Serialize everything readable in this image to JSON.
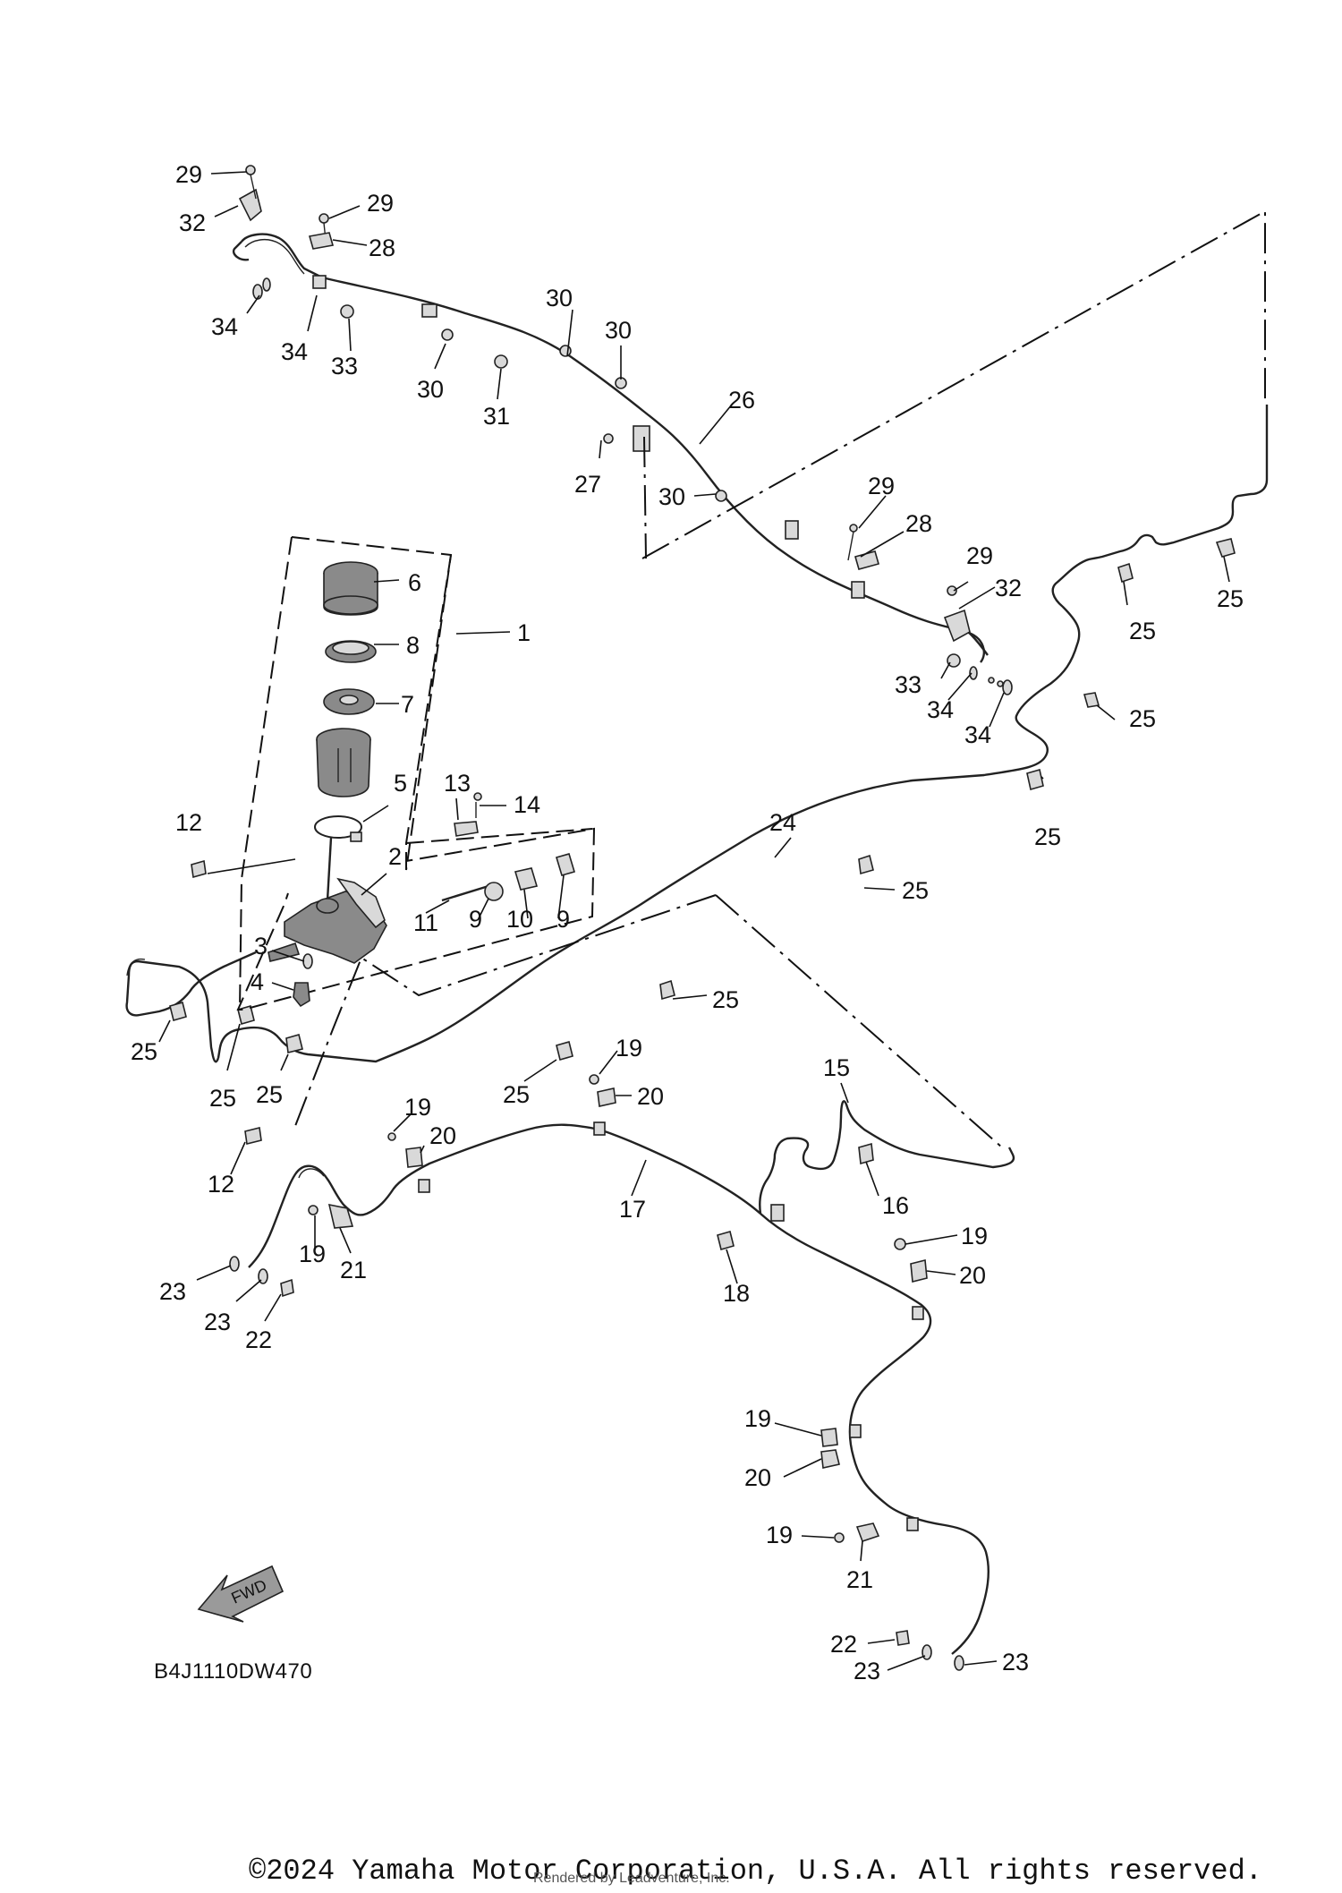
{
  "diagram": {
    "code": "B4J1110DW470",
    "fwd_label": "FWD",
    "copyright": "©2024 Yamaha Motor Corporation, U.S.A. All rights reserved.",
    "rendered_by": "Rendered by Leadventure, Inc."
  },
  "callouts": [
    {
      "id": "c29a",
      "label": "29"
    },
    {
      "id": "c32a",
      "label": "32"
    },
    {
      "id": "c29b",
      "label": "29"
    },
    {
      "id": "c28a",
      "label": "28"
    },
    {
      "id": "c34a",
      "label": "34"
    },
    {
      "id": "c34b",
      "label": "34"
    },
    {
      "id": "c33a",
      "label": "33"
    },
    {
      "id": "c30a",
      "label": "30"
    },
    {
      "id": "c31",
      "label": "31"
    },
    {
      "id": "c30b",
      "label": "30"
    },
    {
      "id": "c30c",
      "label": "30"
    },
    {
      "id": "c26",
      "label": "26"
    },
    {
      "id": "c27",
      "label": "27"
    },
    {
      "id": "c30d",
      "label": "30"
    },
    {
      "id": "c29c",
      "label": "29"
    },
    {
      "id": "c28b",
      "label": "28"
    },
    {
      "id": "c29d",
      "label": "29"
    },
    {
      "id": "c32b",
      "label": "32"
    },
    {
      "id": "c33b",
      "label": "33"
    },
    {
      "id": "c34c",
      "label": "34"
    },
    {
      "id": "c34d",
      "label": "34"
    },
    {
      "id": "c25a",
      "label": "25"
    },
    {
      "id": "c25b",
      "label": "25"
    },
    {
      "id": "c25c",
      "label": "25"
    },
    {
      "id": "c6",
      "label": "6"
    },
    {
      "id": "c1",
      "label": "1"
    },
    {
      "id": "c8",
      "label": "8"
    },
    {
      "id": "c7",
      "label": "7"
    },
    {
      "id": "c5",
      "label": "5"
    },
    {
      "id": "c13",
      "label": "13"
    },
    {
      "id": "c14",
      "label": "14"
    },
    {
      "id": "c12a",
      "label": "12"
    },
    {
      "id": "c2",
      "label": "2"
    },
    {
      "id": "c24",
      "label": "24"
    },
    {
      "id": "c25d",
      "label": "25"
    },
    {
      "id": "c25e",
      "label": "25"
    },
    {
      "id": "c11",
      "label": "11"
    },
    {
      "id": "c9a",
      "label": "9"
    },
    {
      "id": "c10",
      "label": "10"
    },
    {
      "id": "c9b",
      "label": "9"
    },
    {
      "id": "c3",
      "label": "3"
    },
    {
      "id": "c4",
      "label": "4"
    },
    {
      "id": "c25f",
      "label": "25"
    },
    {
      "id": "c25g",
      "label": "25"
    },
    {
      "id": "c25h",
      "label": "25"
    },
    {
      "id": "c25i",
      "label": "25"
    },
    {
      "id": "c25j",
      "label": "25"
    },
    {
      "id": "c19a",
      "label": "19"
    },
    {
      "id": "c20a",
      "label": "20"
    },
    {
      "id": "c15",
      "label": "15"
    },
    {
      "id": "c19b",
      "label": "19"
    },
    {
      "id": "c20b",
      "label": "20"
    },
    {
      "id": "c12b",
      "label": "12"
    },
    {
      "id": "c17",
      "label": "17"
    },
    {
      "id": "c16",
      "label": "16"
    },
    {
      "id": "c19c",
      "label": "19"
    },
    {
      "id": "c21a",
      "label": "21"
    },
    {
      "id": "c23a",
      "label": "23"
    },
    {
      "id": "c23b",
      "label": "23"
    },
    {
      "id": "c22a",
      "label": "22"
    },
    {
      "id": "c18",
      "label": "18"
    },
    {
      "id": "c19d",
      "label": "19"
    },
    {
      "id": "c20c",
      "label": "20"
    },
    {
      "id": "c19e",
      "label": "19"
    },
    {
      "id": "c20d",
      "label": "20"
    },
    {
      "id": "c19f",
      "label": "19"
    },
    {
      "id": "c21b",
      "label": "21"
    },
    {
      "id": "c22b",
      "label": "22"
    },
    {
      "id": "c23c",
      "label": "23"
    },
    {
      "id": "c23d",
      "label": "23"
    }
  ]
}
